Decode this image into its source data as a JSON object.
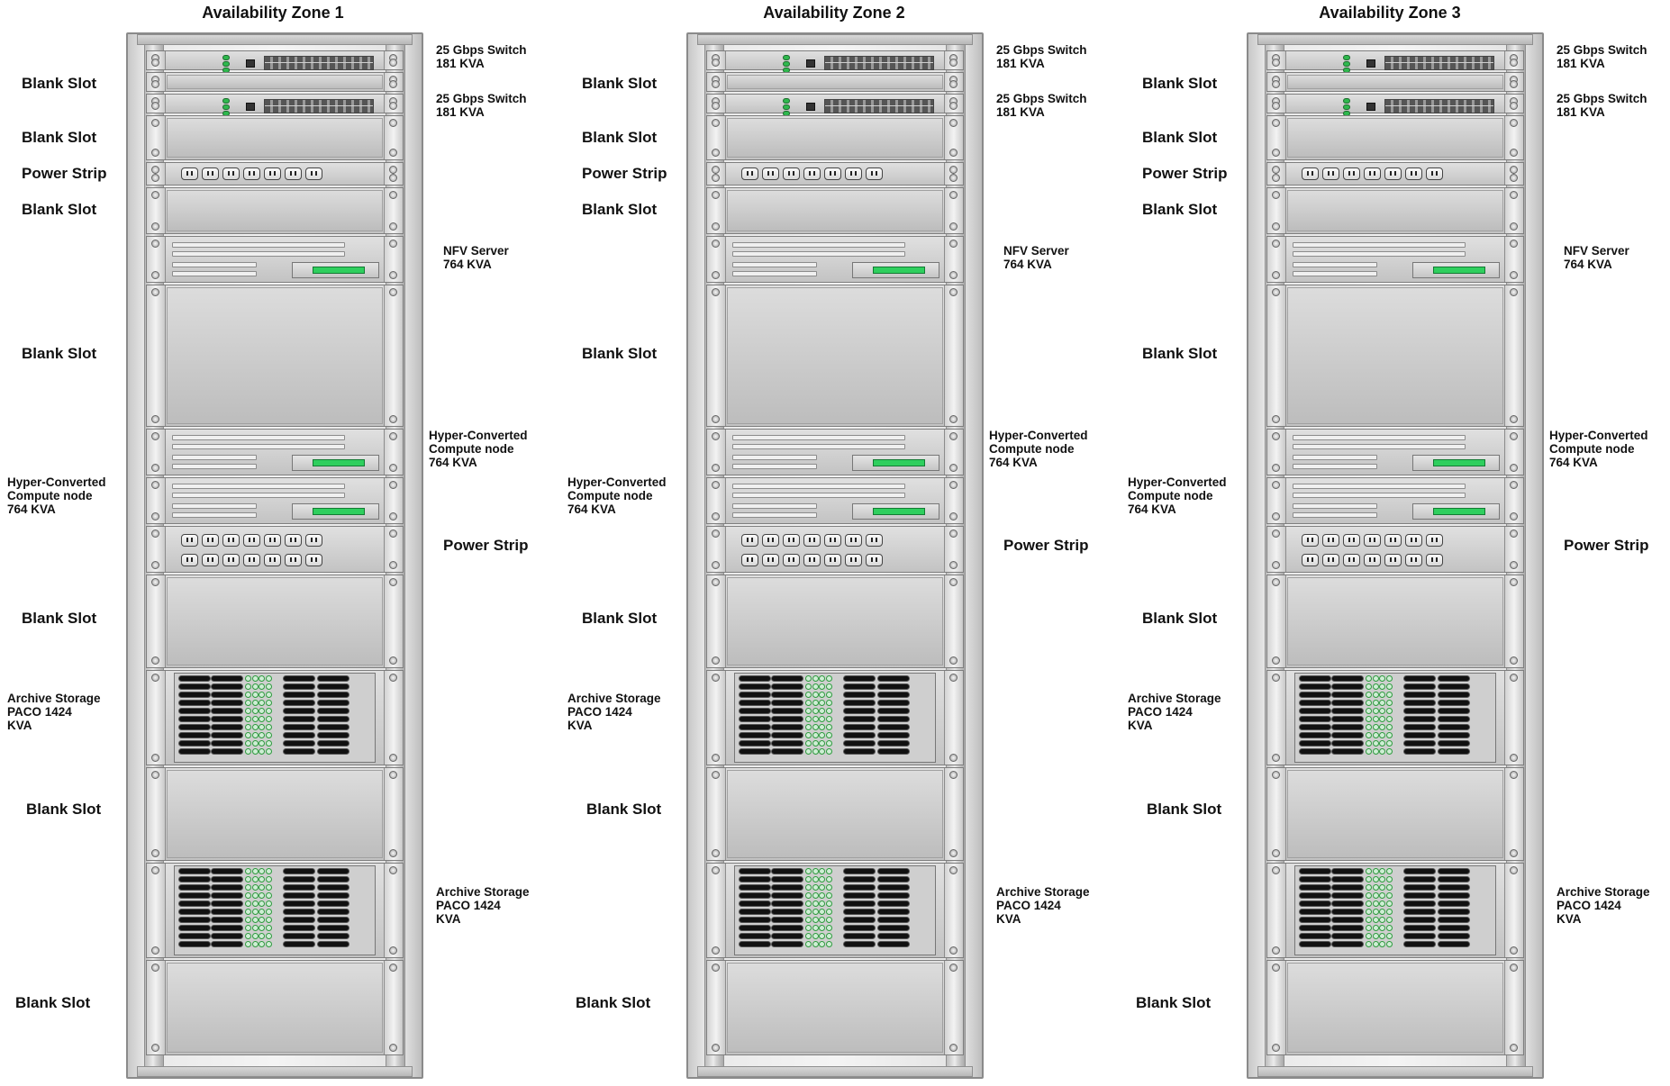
{
  "zones": [
    {
      "title": "Availability Zone 1",
      "labels": {
        "blank_1": "Blank Slot",
        "switch_1": "25 Gbps Switch\n181 KVA",
        "switch_2": "25 Gbps Switch\n181 KVA",
        "blank_2": "Blank Slot",
        "power_strip_1": "Power Strip",
        "blank_3": "Blank Slot",
        "nfv": "NFV Server\n764 KVA",
        "blank_4": "Blank Slot",
        "hci_1": "Hyper-Converted\nCompute node\n764 KVA",
        "hci_2": "Hyper-Converted\nCompute node\n764 KVA",
        "power_strip_2": "Power Strip",
        "blank_5": "Blank Slot",
        "archive_1": "Archive Storage\nPACO 1424\nKVA",
        "blank_6": "Blank Slot",
        "archive_2": "Archive Storage\nPACO 1424\nKVA",
        "blank_7": "Blank Slot"
      }
    },
    {
      "title": "Availability Zone 2",
      "labels": {
        "blank_1": "Blank Slot",
        "switch_1": "25 Gbps Switch\n181 KVA",
        "switch_2": "25 Gbps Switch\n181 KVA",
        "blank_2": "Blank Slot",
        "power_strip_1": "Power Strip",
        "blank_3": "Blank Slot",
        "nfv": "NFV Server\n764 KVA",
        "blank_4": "Blank Slot",
        "hci_1": "Hyper-Converted\nCompute node\n764 KVA",
        "hci_2": "Hyper-Converted\nCompute node\n764 KVA",
        "power_strip_2": "Power Strip",
        "blank_5": "Blank Slot",
        "archive_1": "Archive Storage\nPACO 1424\nKVA",
        "blank_6": "Blank Slot",
        "archive_2": "Archive Storage\nPACO 1424\nKVA",
        "blank_7": "Blank Slot"
      }
    },
    {
      "title": "Availability Zone 3",
      "labels": {
        "blank_1": "Blank Slot",
        "switch_1": "25 Gbps Switch\n181 KVA",
        "switch_2": "25 Gbps Switch\n181 KVA",
        "blank_2": "Blank Slot",
        "power_strip_1": "Power Strip",
        "blank_3": "Blank Slot",
        "nfv": "NFV Server\n764 KVA",
        "blank_4": "Blank Slot",
        "hci_1": "Hyper-Converted\nCompute node\n764 KVA",
        "hci_2": "Hyper-Converted\nCompute node\n764 KVA",
        "power_strip_2": "Power Strip",
        "blank_5": "Blank Slot",
        "archive_1": "Archive Storage\nPACO 1424\nKVA",
        "blank_6": "Blank Slot",
        "archive_2": "Archive Storage\nPACO 1424\nKVA",
        "blank_7": "Blank Slot"
      }
    }
  ],
  "colors": {
    "status_led": "#2fcf5e",
    "outline": "#7e7e7e",
    "text": "#111111"
  }
}
